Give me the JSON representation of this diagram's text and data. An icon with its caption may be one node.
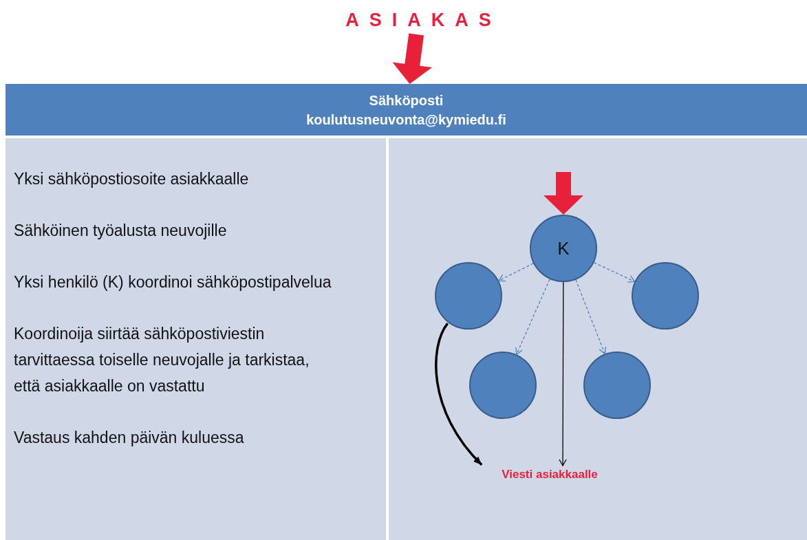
{
  "diagram": {
    "nodes": [
      {
        "text": [
          "ASIAKAS"
        ]
      },
      {
        "text": [
          "Sähköposti",
          "koulutusneuvonta@kymiedu.fi"
        ]
      },
      {
        "text": [
          "Yksi sähköpostiosoite asiakkaalle",
          "Sähköinen työalusta neuvojille",
          "Yksi henkilö (K) koordinoi sähköpostipalvelua",
          "Koordinoija siirtää sähköpostiviestin tarvittaessa toiselle neuvojalle ja tarkistaa, että asiakkaalle on vastattu",
          "Vastaus kahden päivän kuluessa"
        ]
      },
      {
        "text": [],
        "shape": "box"
      },
      {
        "text": [
          "K"
        ],
        "in": 3
      },
      {
        "text": [],
        "shape": "circle",
        "in": 3
      },
      {
        "text": [],
        "shape": "circle",
        "in": 3
      },
      {
        "text": [],
        "shape": "circle",
        "in": 3
      },
      {
        "text": [],
        "shape": "circle",
        "in": 3
      },
      {
        "text": [
          "Viesti asiakkaalle"
        ],
        "in": 3
      }
    ],
    "edges": [
      {
        "from": 0,
        "to": 1,
        "arrow": "to",
        "style": "thick",
        "color": "#e8203a"
      },
      {
        "from": null,
        "to": 4,
        "arrow": "to",
        "style": "thick",
        "color": "#e8203a"
      },
      {
        "from": 4,
        "to": 5,
        "arrow": "to",
        "style": "dashed",
        "color": "#4f81bd"
      },
      {
        "from": 4,
        "to": 6,
        "arrow": "to",
        "style": "dashed",
        "color": "#4f81bd"
      },
      {
        "from": 4,
        "to": 7,
        "arrow": "to",
        "style": "dashed",
        "color": "#4f81bd"
      },
      {
        "from": 4,
        "to": 8,
        "arrow": "to",
        "style": "dashed",
        "color": "#4f81bd"
      },
      {
        "from": 4,
        "to": 9,
        "arrow": "to",
        "color": "#000000"
      },
      {
        "from": 5,
        "to": 9,
        "arrow": "to",
        "style": "thick",
        "color": "#000000"
      }
    ]
  }
}
